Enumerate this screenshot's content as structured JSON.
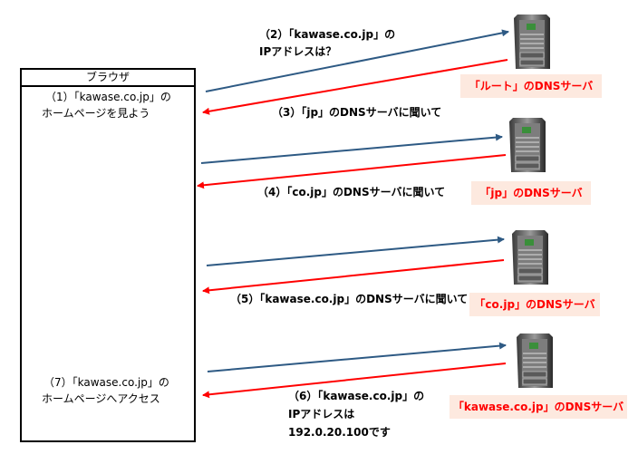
{
  "browser": {
    "title": "ブラウザ",
    "step1_line1": "（1）「kawase.co.jp」の",
    "step1_line2": "ホームページを見よう",
    "step7_line1": "（7）「kawase.co.jp」の",
    "step7_line2": "ホームページへアクセス"
  },
  "messages": {
    "step2_line1": "（2）「kawase.co.jp」の",
    "step2_line2": "IPアドレスは？",
    "step3": "（3）「jp」のDNSサーバに聞いて",
    "step4": "（4）「co.jp」のDNSサーバに聞いて",
    "step5": "（5）「kawase.co.jp」のDNSサーバに聞いて",
    "step6_line1": "（6）「kawase.co.jp」の",
    "step6_line2": "IPアドレスは",
    "step6_line3": "192.0.20.100です"
  },
  "servers": [
    {
      "label": "「ルート」のDNSサーバ",
      "icon": "server-icon"
    },
    {
      "label": "「jp」のDNSサーバ",
      "icon": "server-icon"
    },
    {
      "label": "「co.jp」のDNSサーバ",
      "icon": "server-icon"
    },
    {
      "label": "「kawase.co.jp」のDNSサーバ",
      "icon": "server-icon"
    }
  ],
  "colors": {
    "request_arrow": "#2e5a84",
    "response_arrow": "#ff0000",
    "server_label_bg": "#fde9df",
    "server_label_text": "#ff0000"
  }
}
